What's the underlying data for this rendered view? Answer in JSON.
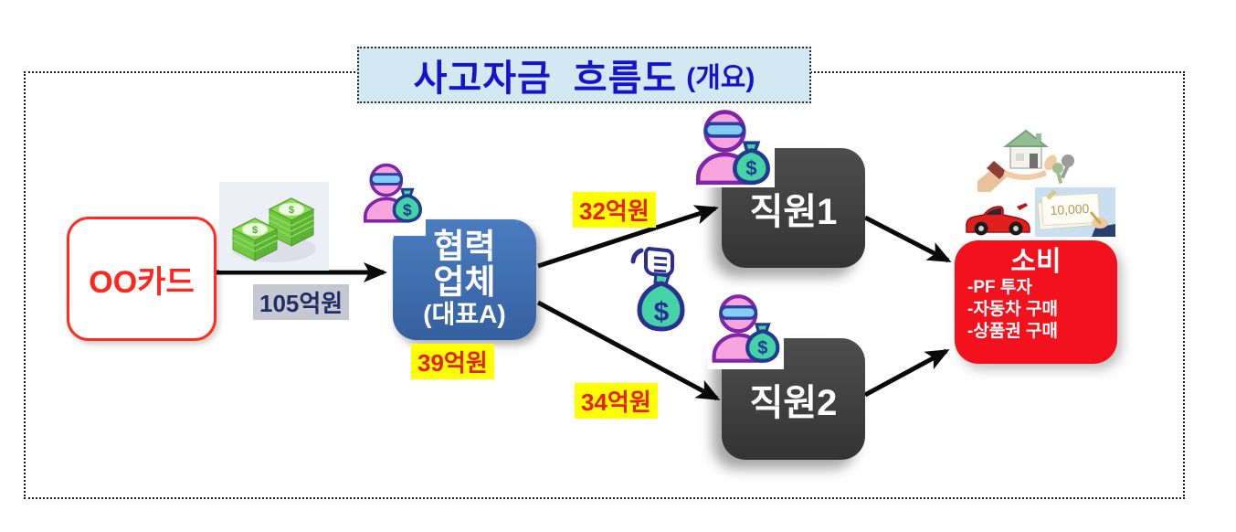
{
  "title": {
    "part1": "사고자금",
    "part2": "흐름도",
    "suffix": "(개요)"
  },
  "nodes": {
    "card": {
      "label": "OO카드"
    },
    "partner": {
      "line1": "협력",
      "line2": "업체",
      "sub": "(대표A)"
    },
    "employee1": {
      "label": "직원1"
    },
    "employee2": {
      "label": "직원2"
    },
    "consumption": {
      "title": "소비",
      "items": [
        "-PF 투자",
        "-자동차 구매",
        "-상품권 구매"
      ]
    }
  },
  "flows": {
    "card_to_partner": "105억원",
    "partner_retained": "39억원",
    "partner_to_employee1": "32억원",
    "partner_to_employee2": "34억원"
  },
  "icons": {
    "money_stack": "money-stack-icon",
    "thief_moneybag": "thief-with-moneybag-icon",
    "hand_moneybag": "hand-holding-moneybag-icon",
    "house_keys": "hand-house-keys-icon",
    "car": "red-car-icon",
    "gift_certificate": "gift-certificate-icon",
    "note_text": "10,000",
    "dollar": "$"
  },
  "colors": {
    "title_text": "#1414cd",
    "title_bg": "#d3e9f2",
    "card_border": "#ff2d1f",
    "partner_box": "#3b68ae",
    "employee_box": "#3f3f3f",
    "consumption_box": "#f2111c",
    "highlight_yellow": "#ffff00",
    "amount_red": "#e8200f",
    "amount_navy": "#1f2e66",
    "amount_gray_bg": "#c6c7d1"
  }
}
